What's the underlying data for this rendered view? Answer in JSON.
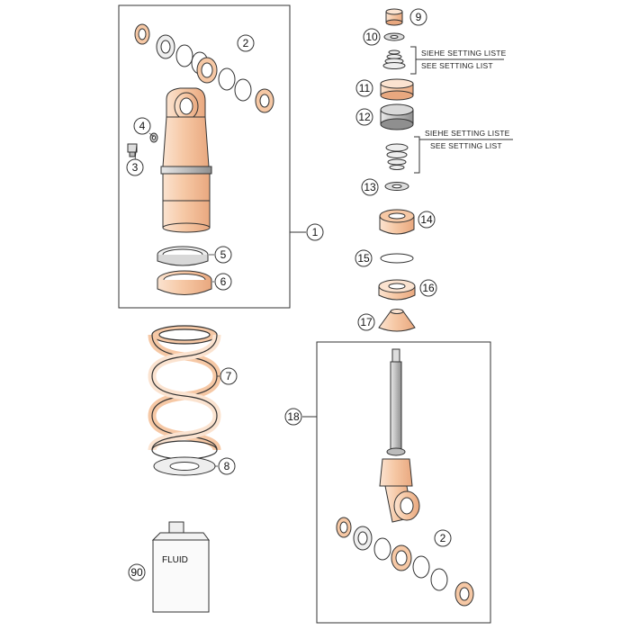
{
  "diagram": {
    "callouts": {
      "c1": "1",
      "c2_top": "2",
      "c3": "3",
      "c4": "4",
      "c5": "5",
      "c6": "6",
      "c7": "7",
      "c8": "8",
      "c9": "9",
      "c10": "10",
      "c11": "11",
      "c12": "12",
      "c13": "13",
      "c14": "14",
      "c15": "15",
      "c16": "16",
      "c17": "17",
      "c18": "18",
      "c2_bottom": "2",
      "c90": "90"
    },
    "notes": {
      "setting_de_1": "SIEHE SETTING LISTE",
      "setting_en_1": "SEE SETTING LIST",
      "setting_de_2": "SIEHE SETTING LISTE",
      "setting_en_2": "SEE SETTING LIST"
    },
    "fluid_label": "FLUID",
    "colors": {
      "line": "#333333",
      "orange": "#f6c8a5",
      "orange_dark": "#e9a87f",
      "grey": "#bdbdbd",
      "grey_dark": "#7a7a7a"
    }
  }
}
